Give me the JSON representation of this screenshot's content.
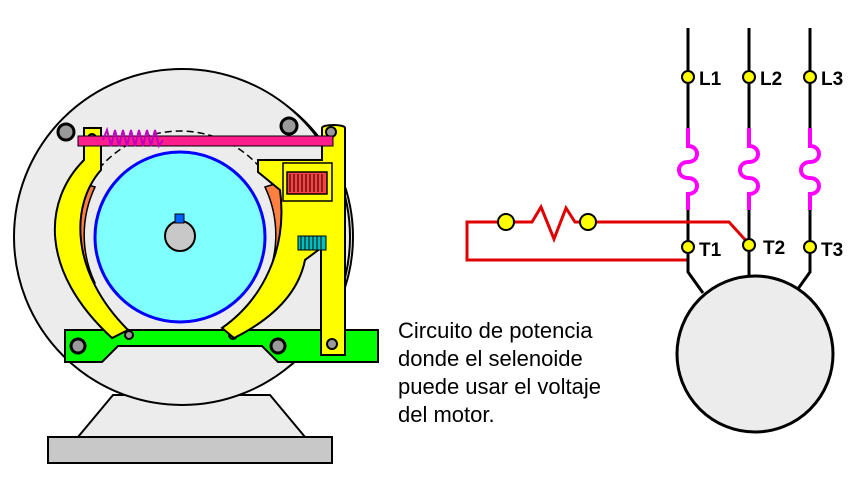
{
  "caption": {
    "lines": [
      "Circuito de potencia",
      "donde el selenoide",
      "puede usar el voltaje",
      "del motor."
    ]
  },
  "terminals": {
    "L1": "L1",
    "L2": "L2",
    "L3": "L3",
    "T1": "T1",
    "T2": "T2",
    "T3": "T3"
  },
  "colors": {
    "rotor": "#80ffff",
    "brake_frame": "#ffff00",
    "brake_shoe": "#ff8040",
    "base_bar": "#00ff00",
    "spring_bar": "#ff1e8c",
    "fuse": "#ff00ff",
    "control_wire": "#e00000",
    "motor_body": "#ececec",
    "foot": "#c8c8c8"
  }
}
